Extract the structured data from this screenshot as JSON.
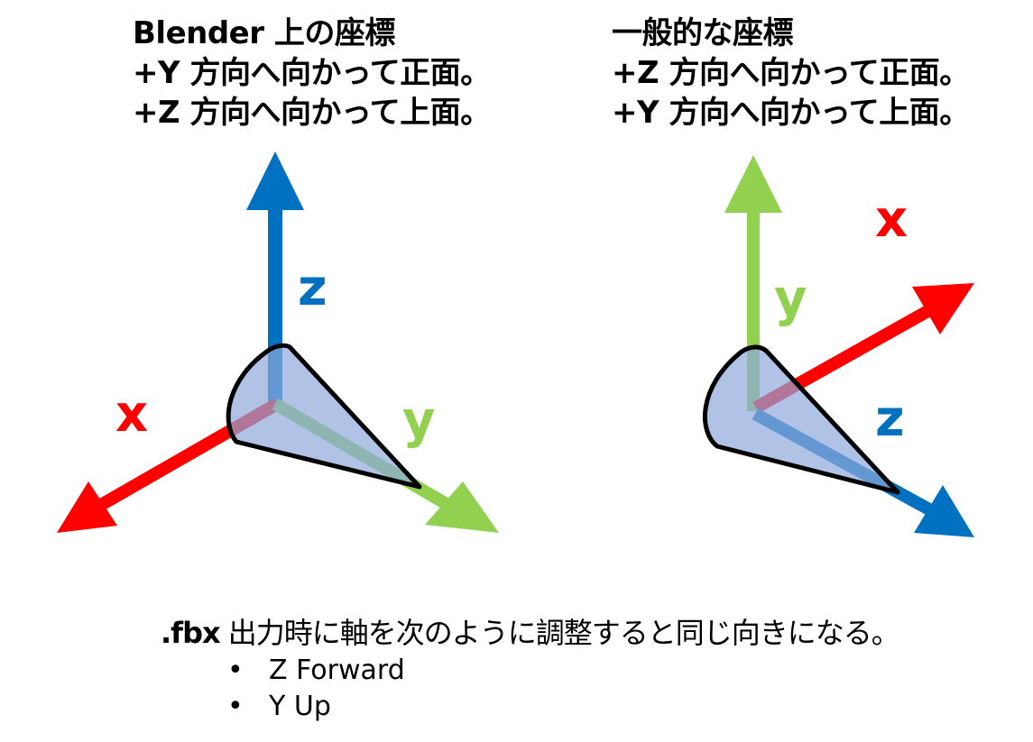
{
  "left_panel": {
    "heading_lines": [
      "Blender 上の座標",
      "+Y 方向へ向かって正面。",
      "+Z 方向へ向かって上面。"
    ],
    "axes": [
      {
        "name": "x",
        "label": "x",
        "color": "#ff0000",
        "direction": "down-left"
      },
      {
        "name": "y",
        "label": "y",
        "color": "#92d050",
        "direction": "down-right (forward)"
      },
      {
        "name": "z",
        "label": "z",
        "color": "#0070c0",
        "direction": "up"
      }
    ]
  },
  "right_panel": {
    "heading_lines": [
      "一般的な座標",
      "+Z 方向へ向かって正面。",
      "+Y 方向へ向かって上面。"
    ],
    "axes": [
      {
        "name": "x",
        "label": "x",
        "color": "#ff0000",
        "direction": "up-right"
      },
      {
        "name": "y",
        "label": "y",
        "color": "#92d050",
        "direction": "up"
      },
      {
        "name": "z",
        "label": "z",
        "color": "#0070c0",
        "direction": "down-right (forward)"
      }
    ]
  },
  "cone": {
    "fill_color": "#8faadc",
    "stroke_color": "#000000"
  },
  "note": {
    "extension": ".fbx",
    "text": " 出力時に軸を次のように調整すると同じ向きになる。",
    "bullets": [
      {
        "marker": "•",
        "text": "Z Forward"
      },
      {
        "marker": "•",
        "text": "Y Up"
      }
    ]
  }
}
